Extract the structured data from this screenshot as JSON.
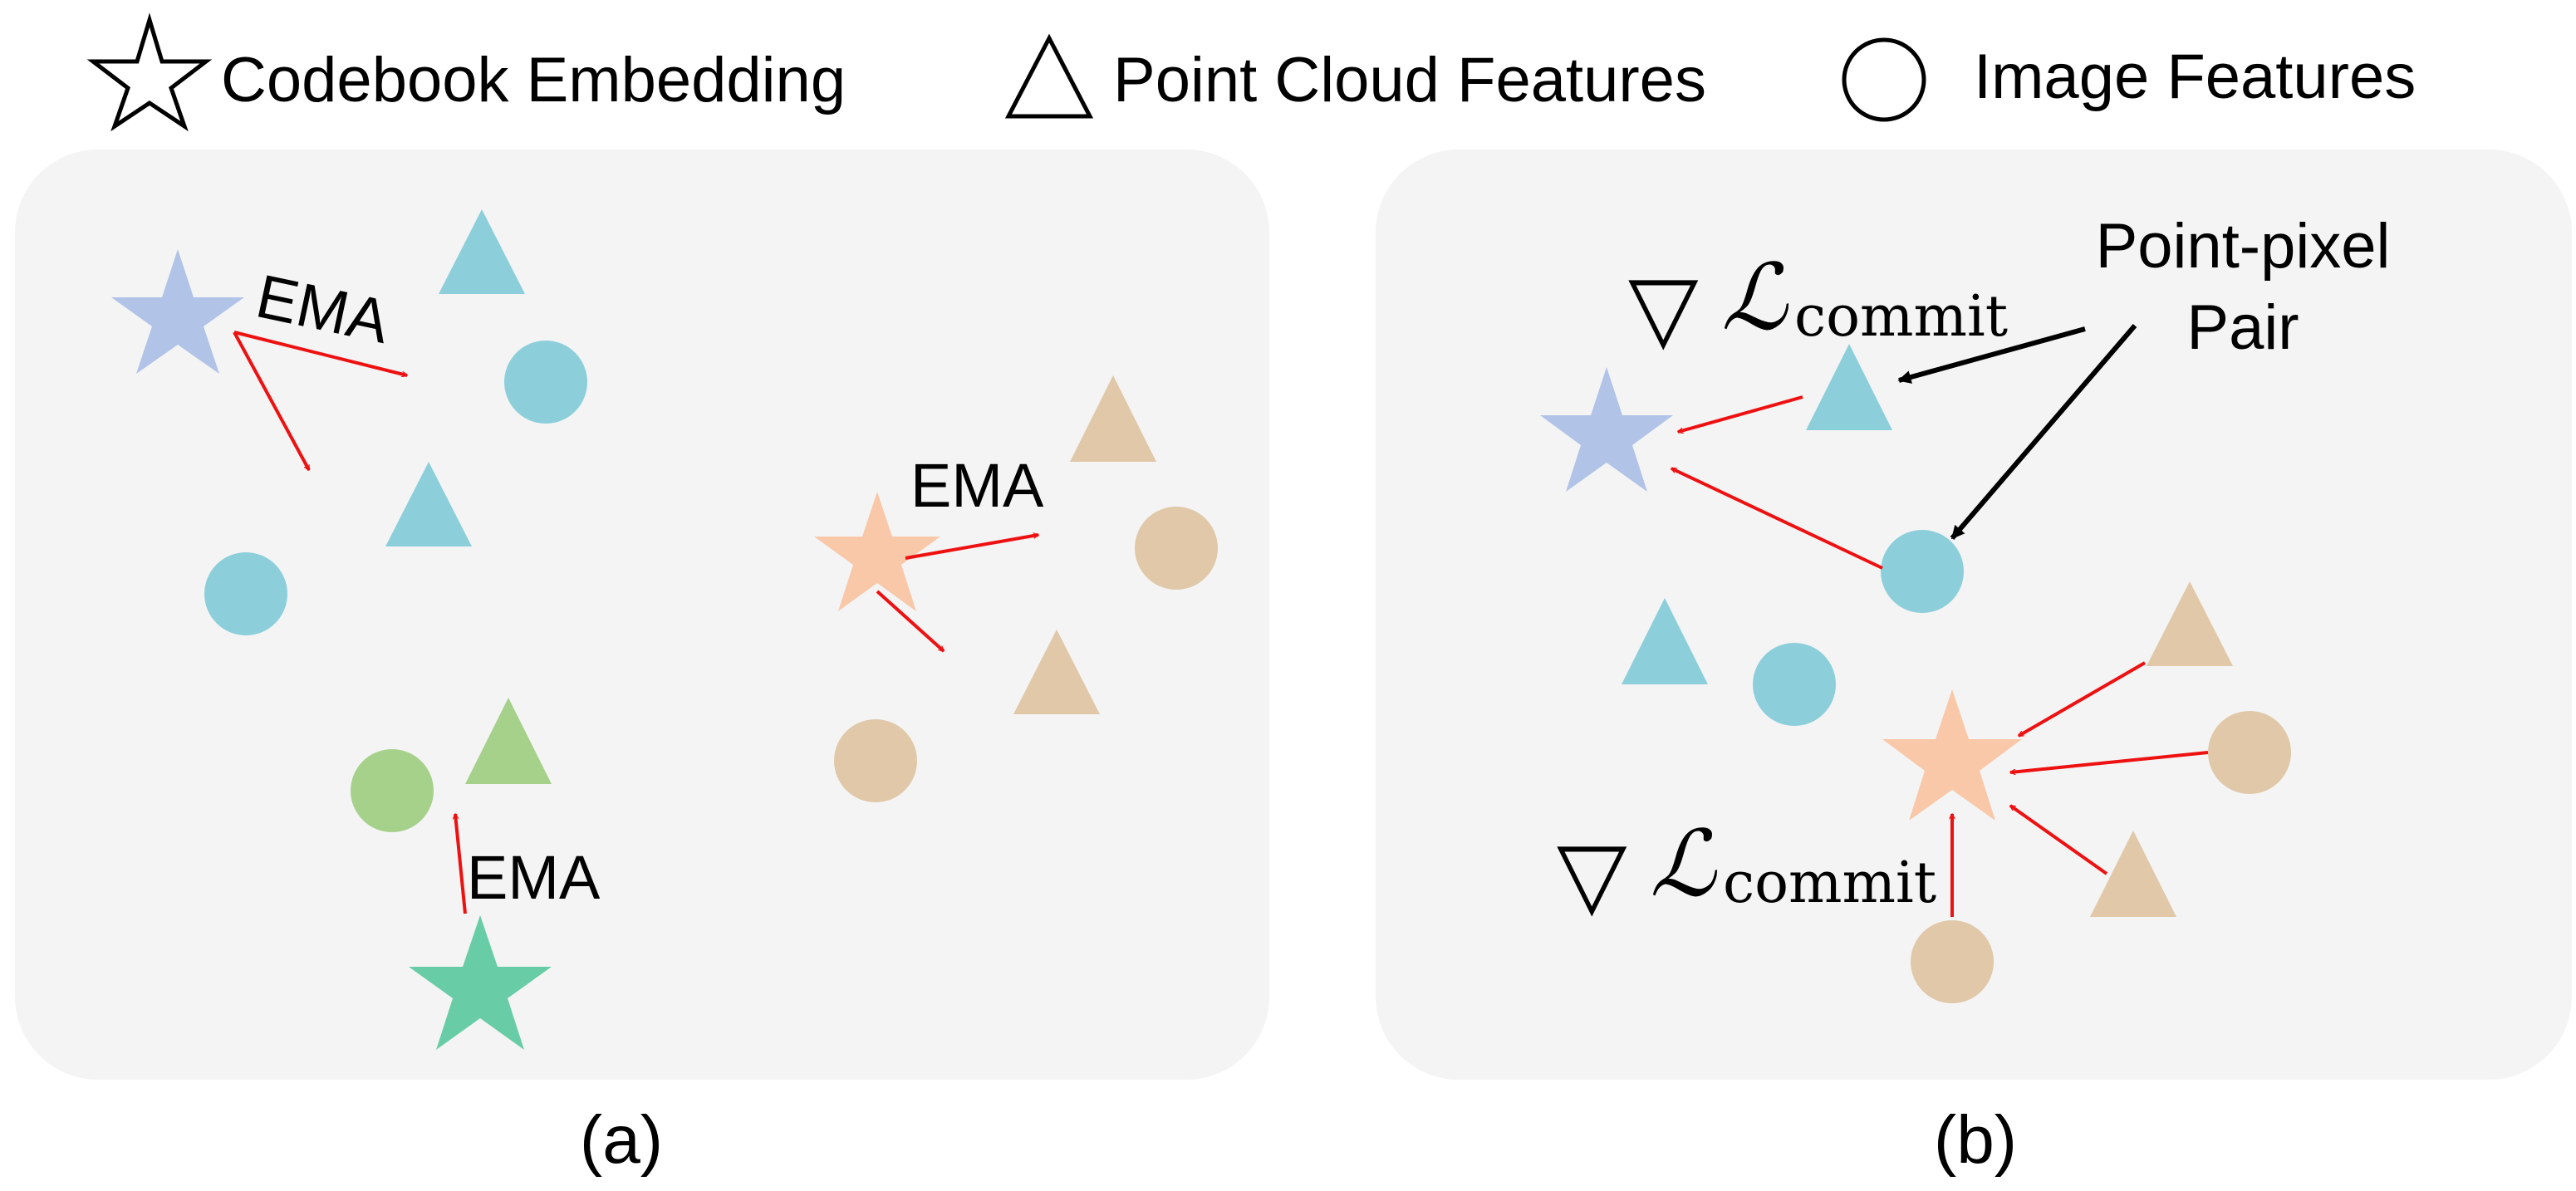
{
  "legend": {
    "codebook": "Codebook Embedding",
    "point_cloud": "Point Cloud Features",
    "image": "Image Features"
  },
  "panel_a": {
    "caption": "(a)",
    "labels": {
      "ema_blue": "EMA",
      "ema_orange": "EMA",
      "ema_green": "EMA"
    }
  },
  "panel_b": {
    "caption": "(b)",
    "pair_label_line1": "Point-pixel",
    "pair_label_line2": "Pair",
    "grad_symbol": "▽",
    "loss_symbol": "ℒ",
    "loss_subscript": "commit"
  },
  "colors": {
    "panel_bg": "#f4f4f4",
    "blue_star": "#b1c3e7",
    "cyan": "#8ccfdb",
    "orange_star": "#f8c8a9",
    "tan": "#e0c8a8",
    "green_star": "#68cda6",
    "green": "#a6d18b",
    "arrow_red": "#ee1111",
    "arrow_black": "#000000"
  }
}
